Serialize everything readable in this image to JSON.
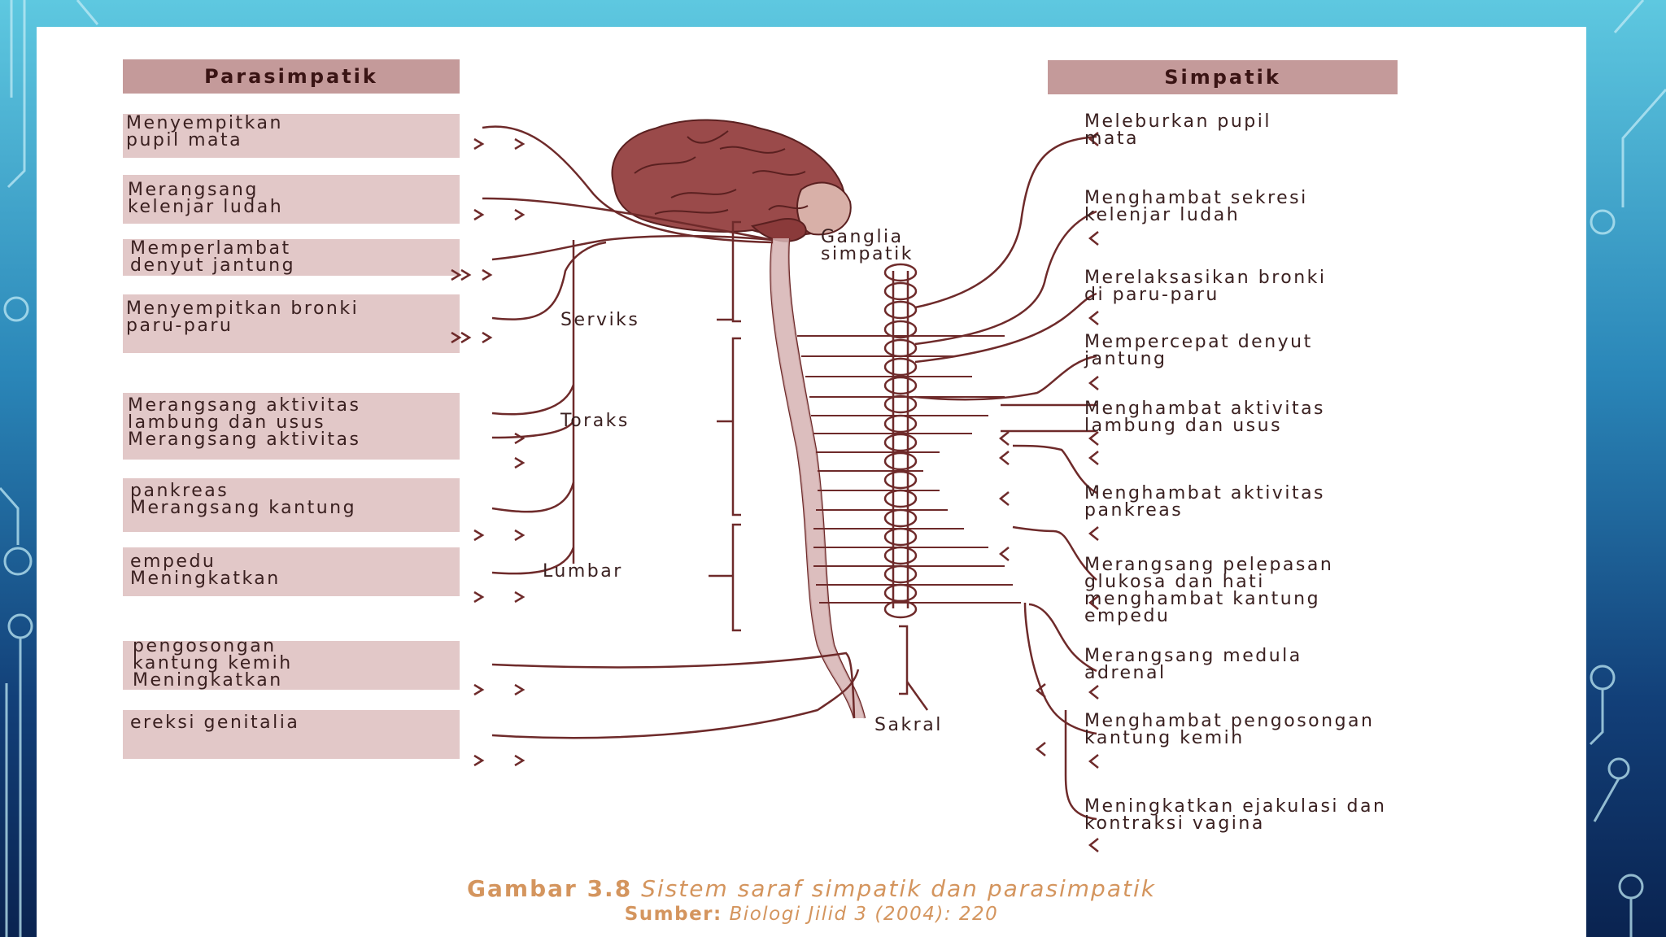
{
  "headers": {
    "left": "Parasimpatik",
    "right": "Simpatik"
  },
  "parasympathetic_items": [
    "Menyempitkan\npupil mata",
    "Merangsang\nkelenjar ludah",
    "Memperlambat\ndenyut jantung",
    "Menyempitkan bronki\nparu-paru",
    "Merangsang aktivitas\nlambung dan usus\nMerangsang aktivitas",
    "pankreas\nMerangsang kantung",
    "empedu\nMeningkatkan",
    "pengosongan\nkantung kemih\nMeningkatkan",
    "ereksi genitalia"
  ],
  "sympathetic_items": [
    "Meleburkan pupil\nmata",
    "Menghambat sekresi\nkelenjar ludah",
    "Merelaksasikan bronki\ndi paru-paru",
    "Mempercepat denyut\njantung",
    "Menghambat aktivitas\nlambung dan usus",
    "Menghambat aktivitas\npankreas",
    "Merangsang pelepasan\nglukosa dan hati\nmenghambat kantung\nempedu",
    "Merangsang medula\nadrenal",
    "Menghambat pengosongan\nkantung kemih",
    "Meningkatkan ejakulasi dan\nkontraksi vagina"
  ],
  "regions": {
    "ganglia": "Ganglia\nsimpatik",
    "serviks": "Serviks",
    "toraks": "Toraks",
    "lumbar": "Lumbar",
    "sakral": "Sakral"
  },
  "caption": {
    "figure_label": "Gambar 3.8",
    "figure_title": "Sistem saraf simpatik dan parasimpatik",
    "source_label": "Sumber:",
    "source_text": "Biologi Jilid 3 (2004): 220"
  },
  "colors": {
    "header_fill": "#c49a9a",
    "box_fill": "#e2c8c8",
    "line": "#6e2a2a",
    "brain": "#9a4a4a",
    "caption": "#d4955e"
  }
}
